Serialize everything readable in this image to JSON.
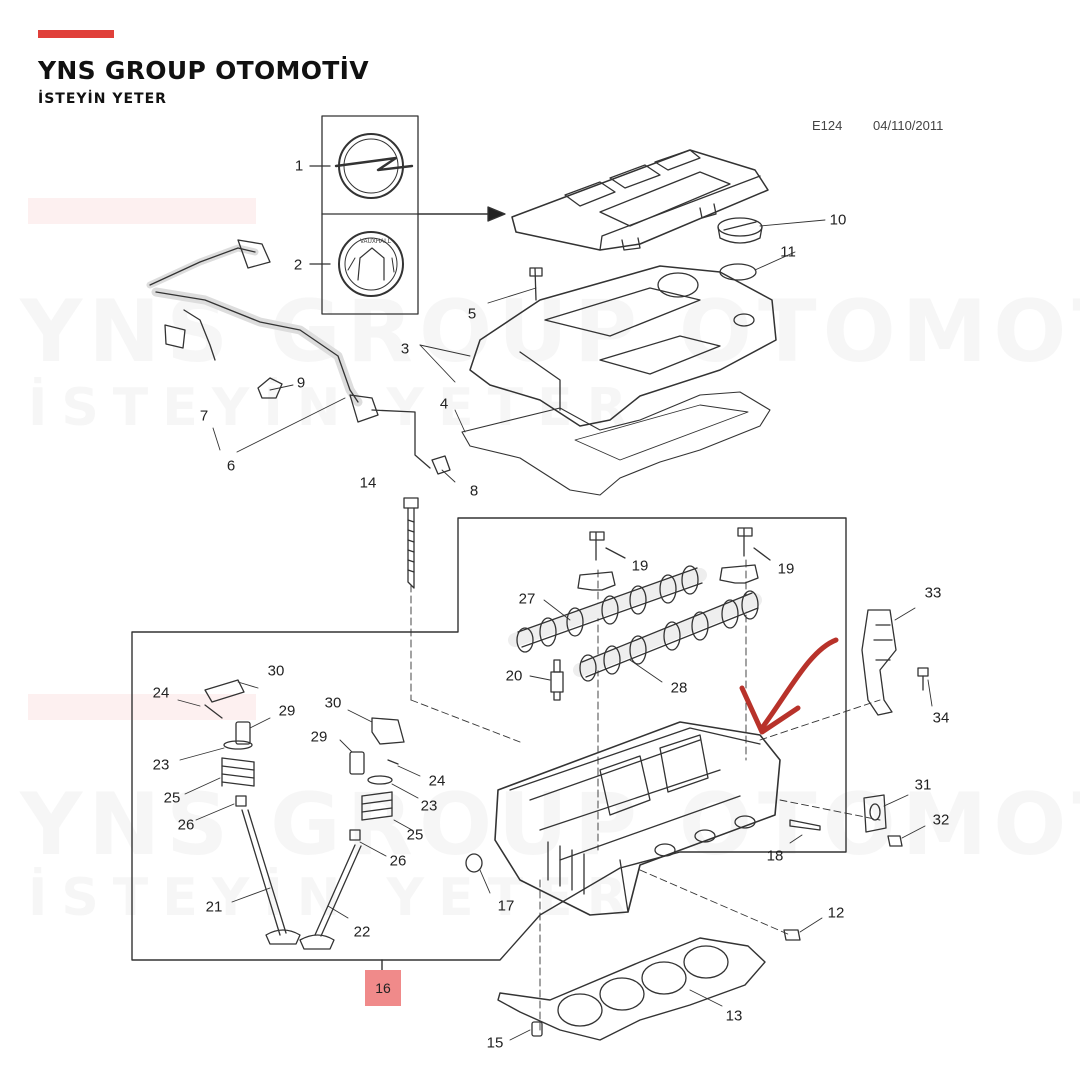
{
  "brand": {
    "name": "YNS GROUP OTOMOTİV",
    "tagline": "İSTEYİN YETER",
    "accent": "#e0403a"
  },
  "header": {
    "code": "E124",
    "date": "04/110/2011"
  },
  "watermark": {
    "line1": "YNS GROUP OTOMOTİV",
    "line2": "İSTEYİN YETER"
  },
  "callouts": [
    "1",
    "2",
    "3",
    "4",
    "5",
    "6",
    "7",
    "8",
    "9",
    "10",
    "11",
    "12",
    "13",
    "14",
    "15",
    "16",
    "17",
    "18",
    "19",
    "19",
    "20",
    "21",
    "22",
    "23",
    "23",
    "24",
    "24",
    "25",
    "25",
    "26",
    "26",
    "27",
    "28",
    "29",
    "29",
    "30",
    "30",
    "31",
    "32",
    "33",
    "34"
  ],
  "highlight": {
    "label": "16",
    "color": "#f08a8a"
  },
  "arrow_color": "#b8322a"
}
